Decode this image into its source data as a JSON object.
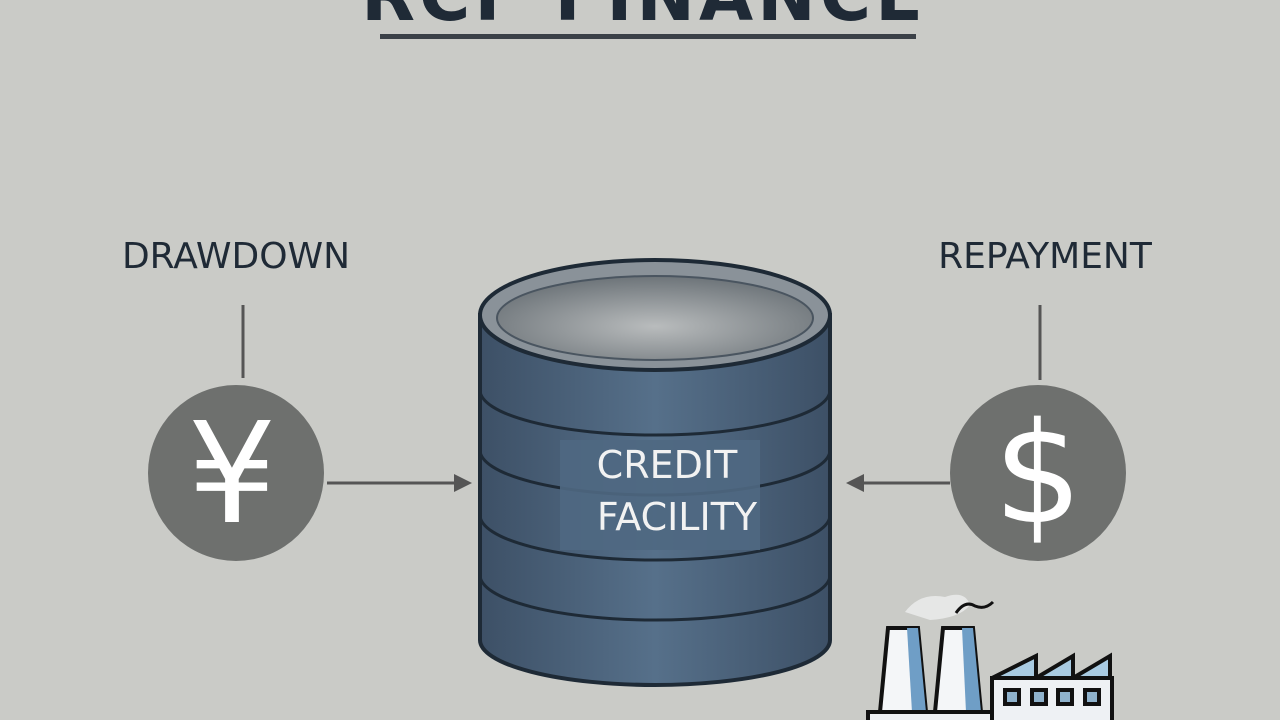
{
  "title": "RCF FINANCE",
  "labels": {
    "left": "DRAWDOWN",
    "right": "REPAYMENT",
    "center_line1": "CREDIT",
    "center_line2": "FACILITY"
  },
  "icons": {
    "left_symbol": "¥",
    "right_symbol": "$",
    "factory": "factory-icon"
  },
  "colors": {
    "background": "#cacbc7",
    "cylinder": "#4b6079",
    "circle": "#6e706e",
    "text": "#1f2a36"
  }
}
